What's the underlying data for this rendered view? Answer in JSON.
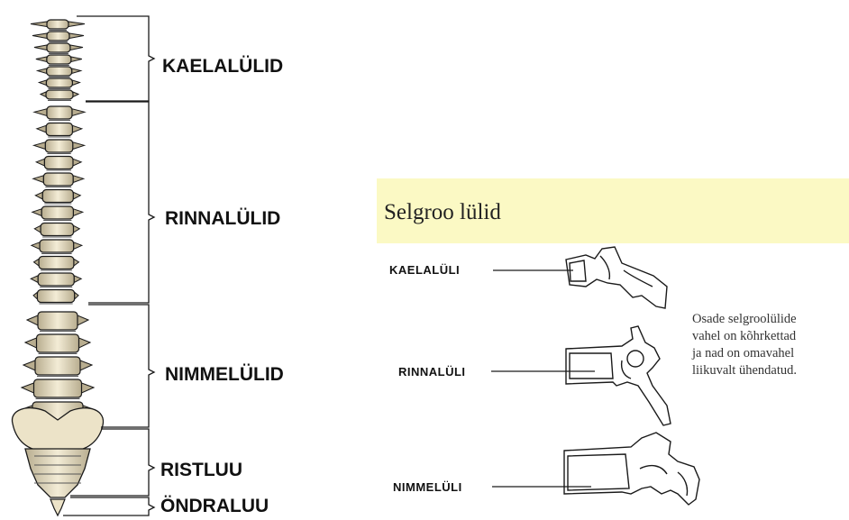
{
  "regions": [
    {
      "label": "KAELALÜLID"
    },
    {
      "label": "RINNALÜLID"
    },
    {
      "label": "NIMMELÜLID"
    },
    {
      "label": "RISTLUU"
    },
    {
      "label": "ÖNDRALUU"
    }
  ],
  "title": "Selgroo lülid",
  "vertebrae": [
    {
      "label": "KAELALÜLI"
    },
    {
      "label": "RINNALÜLI"
    },
    {
      "label": "NIMMELÜLI"
    }
  ],
  "note_lines": [
    "Osade selgroolülide",
    "vahel on kõhrkettad",
    "ja nad on omavahel",
    "liikuvalt ühendatud."
  ],
  "colors": {
    "bone": "#ece3c8",
    "bone_shadow": "#b8ad8f",
    "outline": "#1a1a1a",
    "title_band": "#fbf9c4"
  }
}
